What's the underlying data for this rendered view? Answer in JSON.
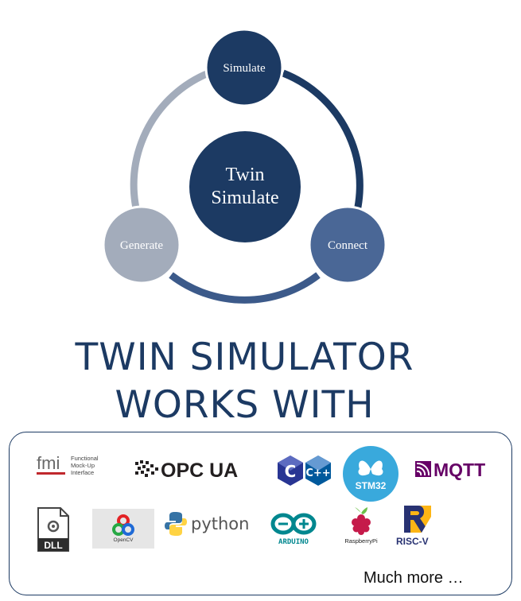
{
  "diagram": {
    "center": "Twin Simulate",
    "center_lines": [
      "Twin",
      "Simulate"
    ],
    "nodes": {
      "simulate": "Simulate",
      "connect": "Connect",
      "generate": "Generate"
    }
  },
  "headline": {
    "line1": "TWIN SIMULATOR",
    "line2": "WORKS WITH"
  },
  "logos": {
    "fmi": {
      "mark": "fmi",
      "caption": [
        "Functional",
        "Mock-Up",
        "Interface"
      ]
    },
    "opcua": {
      "text": "OPC UA"
    },
    "c": {
      "text": "C"
    },
    "cpp": {
      "text": "C++"
    },
    "stm32": {
      "text": "STM32"
    },
    "mqtt": {
      "text": "MQTT"
    },
    "dll": {
      "text": "DLL"
    },
    "opencv": {
      "text": "OpenCV"
    },
    "python": {
      "text": "python"
    },
    "arduino": {
      "text": "ARDUINO"
    },
    "raspberrypi": {
      "text": "RaspberryPi"
    },
    "riscv": {
      "text": "RISC-V"
    }
  },
  "footer": {
    "much_more": "Much more …"
  },
  "colors": {
    "navy": "#1c3a63",
    "mid_blue": "#4a6796",
    "gray": "#a3acbb",
    "opc_dark": "#231f20",
    "stm_cyan": "#39a9dc",
    "mqtt_purple": "#660066",
    "arduino_teal": "#00878f",
    "rpi_red": "#c51a4a"
  }
}
